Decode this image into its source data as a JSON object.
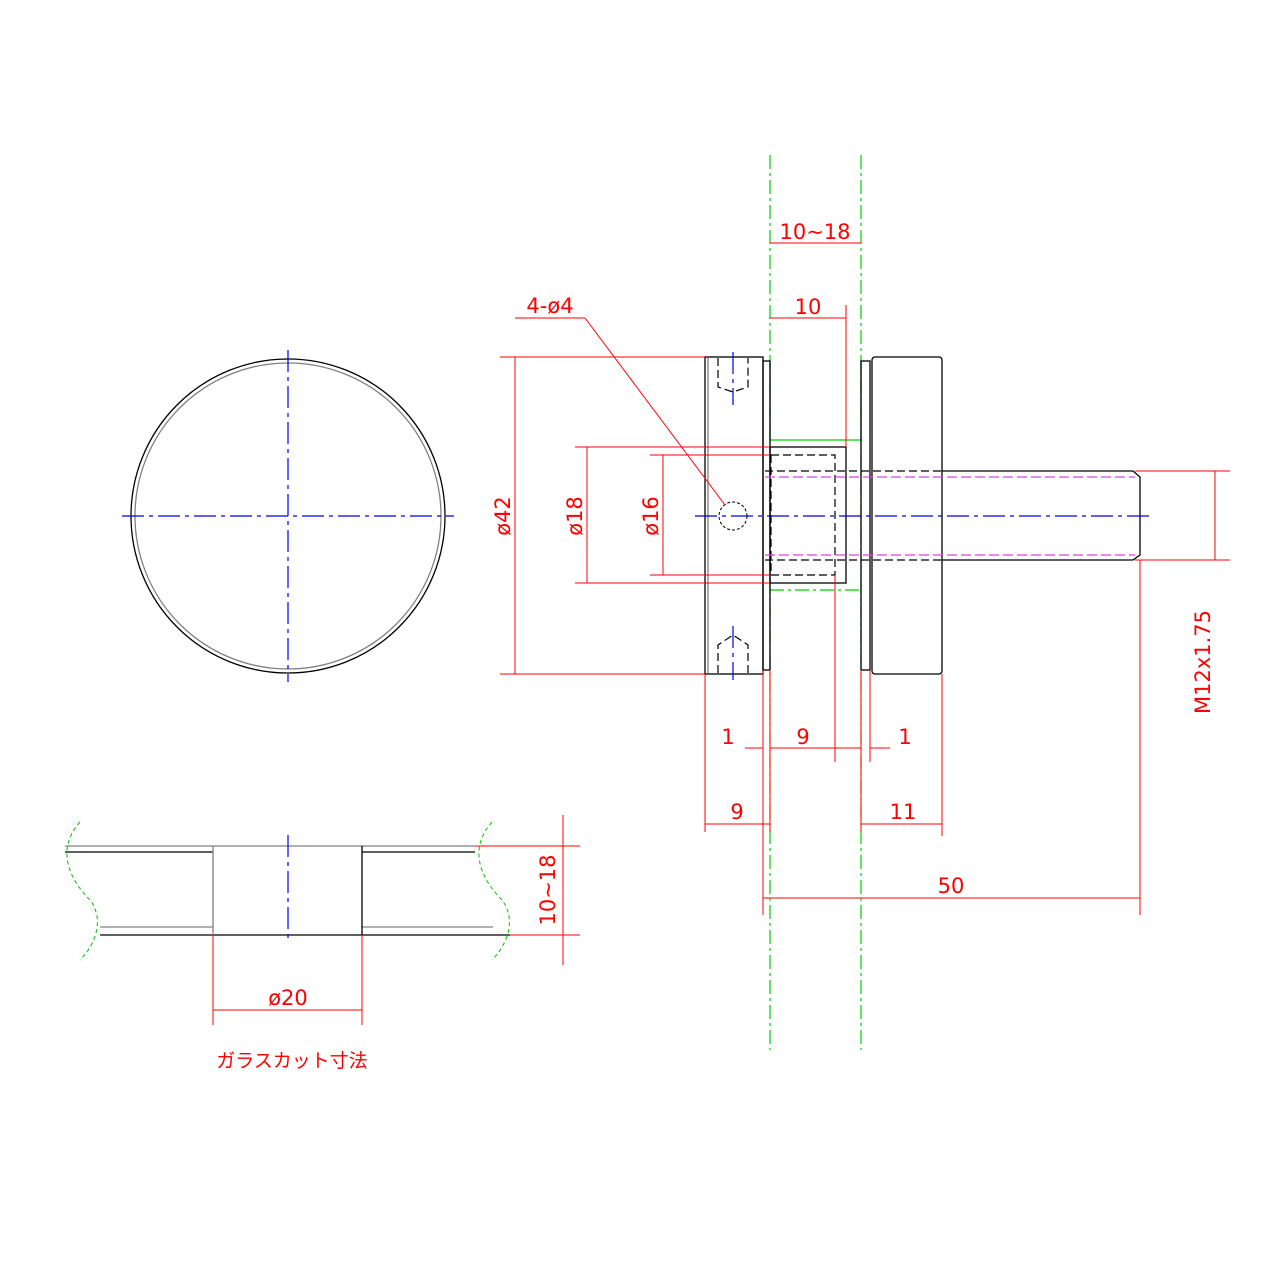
{
  "front_view": {},
  "side_view": {
    "dim_glass_thickness": "10~18",
    "dim_sleeve_length": "10",
    "dim_holes": "4-ø4",
    "dim_plate_diameter": "ø42",
    "dim_sleeve_outer": "ø18",
    "dim_sleeve_inner": "ø16",
    "dim_washer_left": "1",
    "dim_sleeve_inside": "9",
    "dim_washer_right": "1",
    "dim_plate_left": "9",
    "dim_plate_right": "11",
    "dim_total": "50",
    "dim_thread": "M12x1.75"
  },
  "glass_cut_view": {
    "dim_thickness": "10~18",
    "dim_hole": "ø20",
    "caption": "ガラスカット寸法"
  },
  "colors": {
    "dimension": "#ff0000",
    "centerline": "#0000e0",
    "glass": "#00d000",
    "thread": "#e040e0"
  }
}
